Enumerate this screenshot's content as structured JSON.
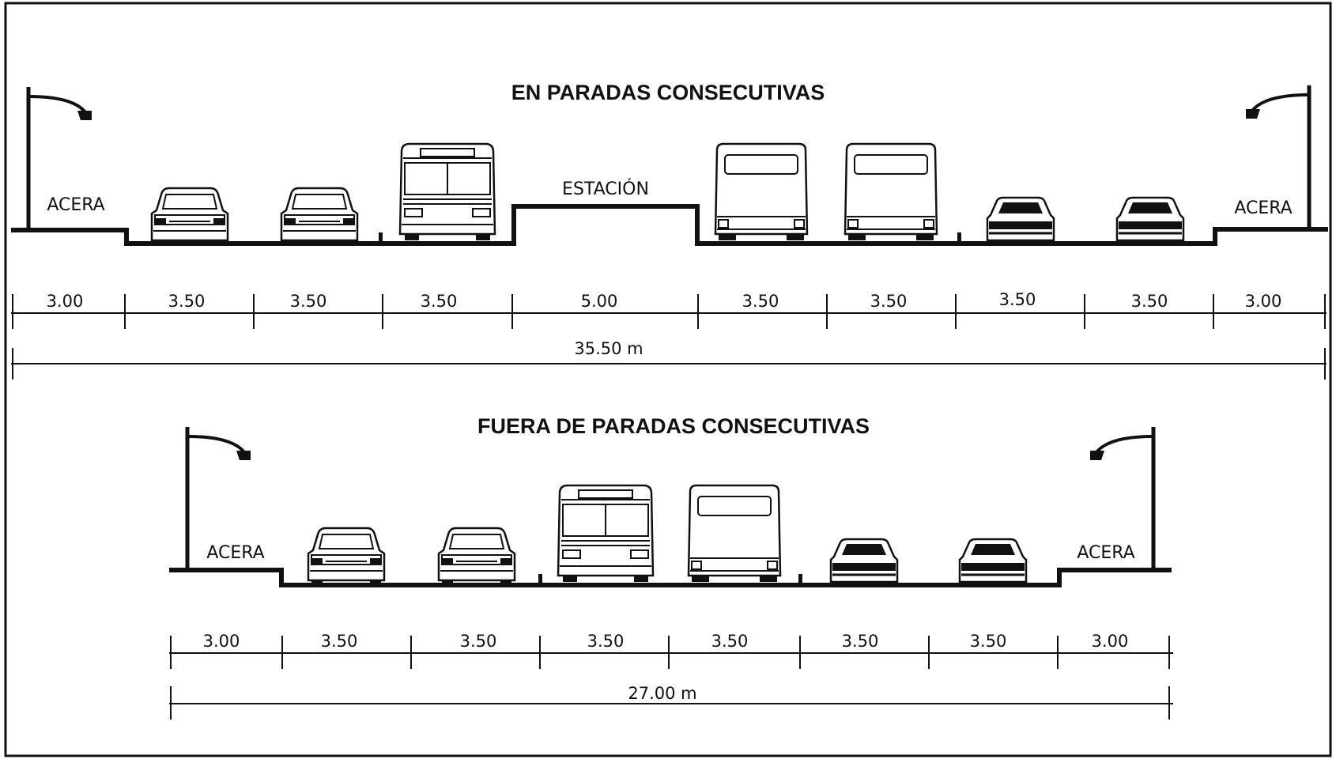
{
  "top": {
    "title": "EN PARADAS CONSECUTIVAS",
    "station_label": "ESTACIÓN",
    "sidewalk_left": "ACERA",
    "sidewalk_right": "ACERA",
    "widths": [
      "3.00",
      "3.50",
      "3.50",
      "3.50",
      "5.00",
      "3.50",
      "3.50",
      "3.50",
      "3.50",
      "3.00"
    ],
    "total": "35.50 m"
  },
  "bottom": {
    "title": "FUERA DE PARADAS CONSECUTIVAS",
    "sidewalk_left": "ACERA",
    "sidewalk_right": "ACERA",
    "widths": [
      "3.00",
      "3.50",
      "3.50",
      "3.50",
      "3.50",
      "3.50",
      "3.50",
      "3.00"
    ],
    "total": "27.00 m"
  }
}
